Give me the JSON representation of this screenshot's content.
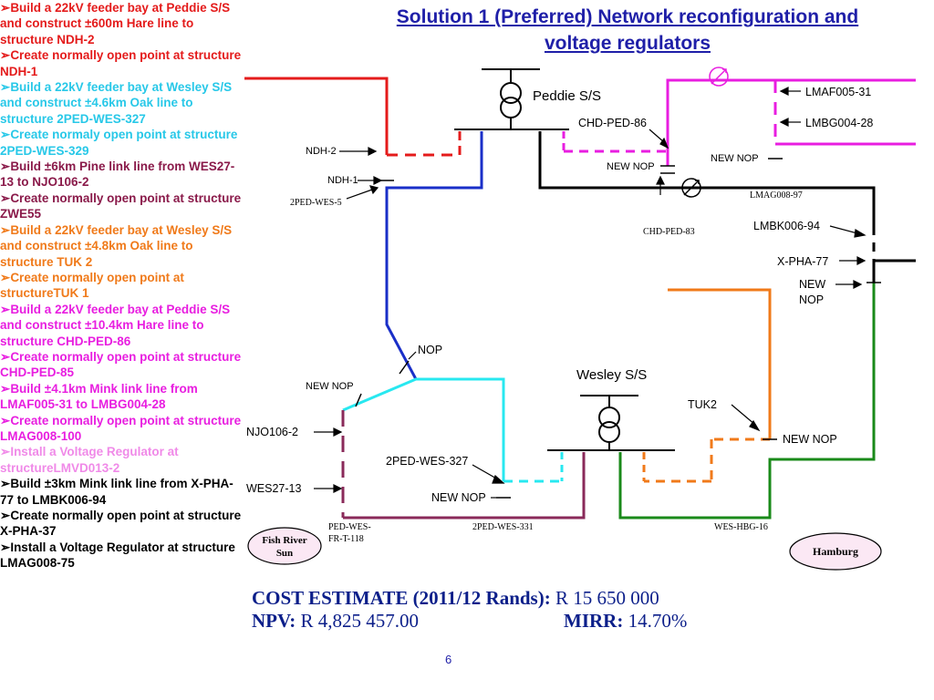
{
  "title": "Solution 1 (Preferred) Network reconfiguration and voltage regulators",
  "steps": [
    {
      "text": "Build a 22kV feeder bay at Peddie S/S and construct ±600m Hare line to structure NDH-2",
      "color": "#e41b1b"
    },
    {
      "text": "Create normally open point at structure NDH-1",
      "color": "#e41b1b"
    },
    {
      "text": "Build a 22kV feeder bay at Wesley S/S and construct ±4.6km Oak line to structure 2PED-WES-327",
      "color": "#28c8e8"
    },
    {
      "text": "Create normaly open point at structure 2PED-WES-329",
      "color": "#28c8e8"
    },
    {
      "text": "Build ±6km Pine link line from WES27-13 to NJO106-2",
      "color": "#8a1a4a"
    },
    {
      "text": "Create normally open point at structure ZWE55",
      "color": "#8a1a4a"
    },
    {
      "text": "Build a 22kV feeder bay at Wesley S/S and construct ±4.8km Oak line to structure TUK 2",
      "color": "#f07a1a"
    },
    {
      "text": "Create normally open point at structureTUK 1",
      "color": "#f07a1a"
    },
    {
      "text": "Build a 22kV feeder bay at Peddie S/S and construct ±10.4km Hare line to structure CHD-PED-86",
      "color": "#e81ee0"
    },
    {
      "text": "Create normally open point at structure CHD-PED-85",
      "color": "#e81ee0"
    },
    {
      "text": "Build ±4.1km Mink link line from LMAF005-31 to LMBG004-28",
      "color": "#e81ee0"
    },
    {
      "text": "Create normally open point at structure LMAG008-100",
      "color": "#e81ee0"
    },
    {
      "text": "Install a Voltage Regulator at structureLMVD013-2",
      "color": "#f08ae8"
    },
    {
      "text": "Build ±3km Mink link line from  X-PHA-77 to LMBK006-94",
      "color": "#000000"
    },
    {
      "text": "Create normally open point at structure X-PHA-37",
      "color": "#000000"
    },
    {
      "text": "Install a Voltage Regulator at structure LMAG008-75",
      "color": "#000000"
    }
  ],
  "bullet": "➢",
  "labels": {
    "peddie": "Peddie S/S",
    "wesley": "Wesley S/S",
    "chd_ped_86": "CHD-PED-86",
    "chd_ped_83": "CHD-PED-83",
    "new_nop": "NEW NOP",
    "nop": "NOP",
    "ndh_2": "NDH-2",
    "ndh_1": "NDH-1",
    "ped_wes_5": "2PED-WES-5",
    "lmaf": "LMAF005-31",
    "lmbg": "LMBG004-28",
    "lmag": "LMAG008-97",
    "lmbk": "LMBK006-94",
    "xpha": "X-PHA-77",
    "new_nop_stack1": "NEW",
    "new_nop_stack2": "NOP",
    "tuk2": "TUK2",
    "njo": "NJO106-2",
    "wes27": "WES27-13",
    "wes327": "2PED-WES-327",
    "ped_wes_fr1": "PED-WES-",
    "ped_wes_fr2": "FR-T-118",
    "wes331": "2PED-WES-331",
    "wes_hbg": "WES-HBG-16",
    "fish1": "Fish River",
    "fish2": "Sun",
    "hamburg": "Hamburg"
  },
  "cost": {
    "label": "COST ESTIMATE (2011/12 Rands):",
    "value": "R 15 650 000",
    "npv_label": "NPV:",
    "npv_value": "R 4,825 457.00",
    "mirr_label": "MIRR:",
    "mirr_value": "14.70%"
  },
  "page_number": "6",
  "colors": {
    "red": "#e41b1b",
    "blue": "#1a2fc8",
    "cyan": "#28e8f0",
    "maroon": "#8a2a5a",
    "orange": "#f07a1a",
    "magenta": "#e81ee0",
    "green": "#1a8a1a",
    "black": "#000000",
    "title": "#1f1fa8",
    "ellipse_fill": "#fbe8f4"
  }
}
